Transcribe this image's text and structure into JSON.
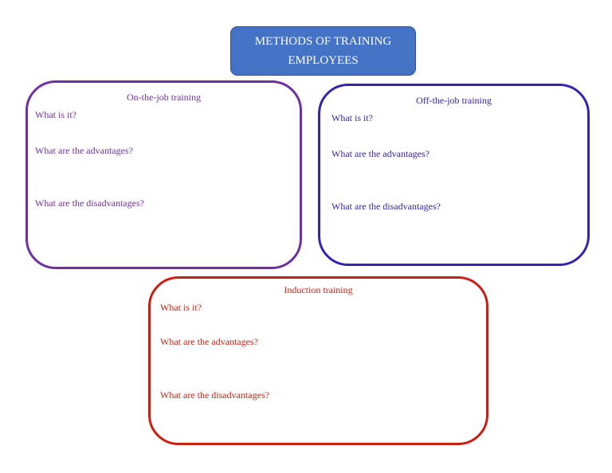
{
  "title": {
    "line1": "METHODS OF TRAINING",
    "line2": "EMPLOYEES",
    "color": "#4472c4"
  },
  "cards": {
    "on_the_job": {
      "heading": "On-the-job training",
      "q_what": "What is it?",
      "q_advantages": "What are the advantages?",
      "q_disadvantages": "What are the disadvantages?",
      "color": "#7030a0"
    },
    "off_the_job": {
      "heading": "Off-the-job training",
      "q_what": "What is it?",
      "q_advantages": "What are the advantages?",
      "q_disadvantages": "What are the disadvantages?",
      "color": "#3425b0"
    },
    "induction": {
      "heading": "Induction training",
      "q_what": "What is it?",
      "q_advantages": "What are the advantages?",
      "q_disadvantages": "What are the disadvantages?",
      "color": "#cc1f12"
    }
  }
}
